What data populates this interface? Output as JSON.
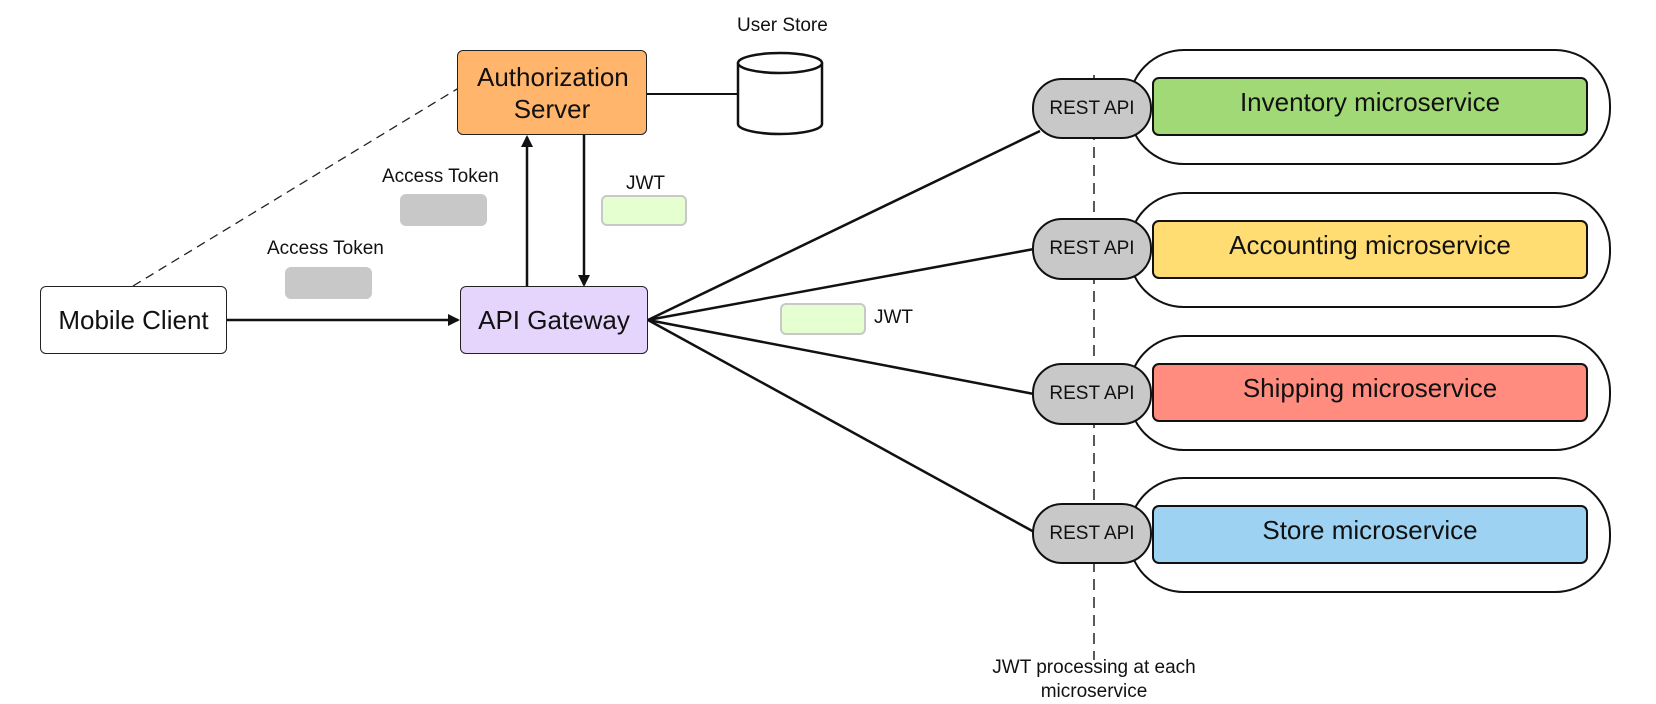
{
  "nodes": {
    "mobile_client": "Mobile Client",
    "api_gateway": "API Gateway",
    "auth_server": "Authorization Server",
    "user_store": "User Store"
  },
  "edge_labels": {
    "access_token_to_gateway": "Access Token",
    "access_token_to_auth": "Access Token",
    "jwt_from_auth": "JWT",
    "jwt_to_services": "JWT"
  },
  "services": [
    {
      "api": "REST API",
      "name": "Inventory microservice",
      "color": "#a2d977"
    },
    {
      "api": "REST API",
      "name": "Accounting microservice",
      "color": "#ffdd73"
    },
    {
      "api": "REST API",
      "name": "Shipping microservice",
      "color": "#ff8c7f"
    },
    {
      "api": "REST API",
      "name": "Store microservice",
      "color": "#9dd2f2"
    }
  ],
  "footnote": "JWT processing at each microservice",
  "colors": {
    "auth_server": "#ffb56b",
    "api_gateway": "#e5d4fc",
    "access_token": "#c8c8c8",
    "jwt_token": "#e5ffd0"
  }
}
